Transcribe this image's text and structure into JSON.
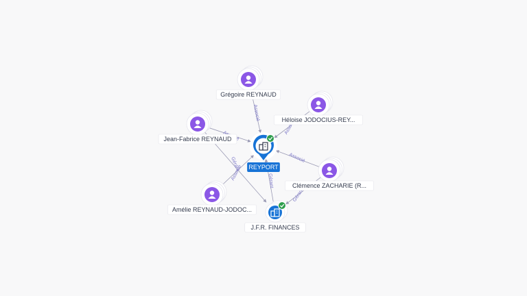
{
  "colors": {
    "person": "#8b57e6",
    "company_main": "#1773d6",
    "check": "#2e9e4d",
    "edge": "#9a9ab4",
    "edge_text": "#7d78c9",
    "label_bg": "#ffffff"
  },
  "nodes": [
    {
      "id": "reyport",
      "type": "company-main",
      "label": "REYPORT",
      "icon": "building-icon",
      "verified": true
    },
    {
      "id": "jfr",
      "type": "company",
      "label": "J.F.R. FINANCES",
      "icon": "building-icon",
      "verified": true
    },
    {
      "id": "gregoire",
      "type": "person",
      "label": "Grégoire REYNAUD",
      "icon": "person-icon"
    },
    {
      "id": "heloise",
      "type": "person",
      "label": "Héloise JODOCIUS-REY...",
      "icon": "person-icon"
    },
    {
      "id": "jeanfabrice",
      "type": "person",
      "label": "Jean-Fabrice REYNAUD",
      "icon": "person-icon"
    },
    {
      "id": "clemence",
      "type": "person",
      "label": "Clémence ZACHARIE (R...",
      "icon": "person-icon"
    },
    {
      "id": "amelie",
      "type": "person",
      "label": "Amélie REYNAUD-JODOC...",
      "icon": "person-icon"
    }
  ],
  "edges": [
    {
      "from": "gregoire",
      "to": "reyport",
      "label": "Associé"
    },
    {
      "from": "heloise",
      "to": "reyport",
      "label": "Associé"
    },
    {
      "from": "jeanfabrice",
      "to": "reyport",
      "label": "Associé"
    },
    {
      "from": "clemence",
      "to": "reyport",
      "label": "Associé"
    },
    {
      "from": "amelie",
      "to": "reyport",
      "label": "Associé"
    },
    {
      "from": "jfr",
      "to": "reyport",
      "label": "Gérant"
    },
    {
      "from": "jeanfabrice",
      "to": "jfr",
      "label": "Gérant"
    },
    {
      "from": "clemence",
      "to": "jfr",
      "label": "Gérant"
    }
  ]
}
